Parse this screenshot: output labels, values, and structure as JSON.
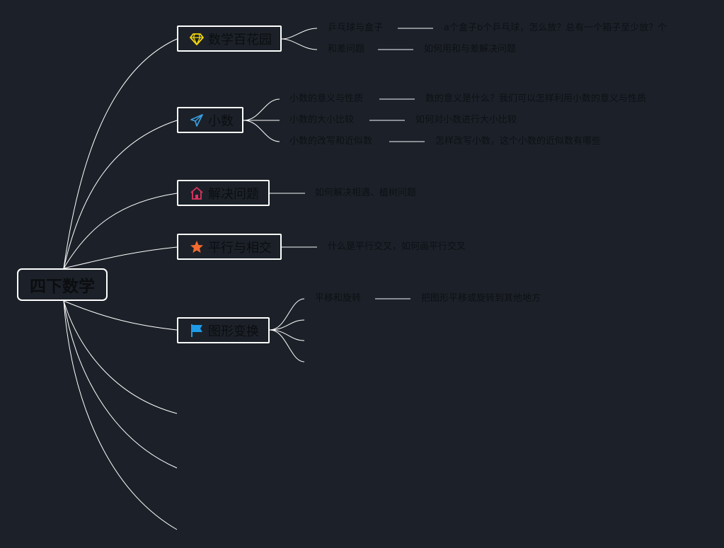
{
  "root": {
    "label": "四下数学"
  },
  "branches": [
    {
      "label": "数学百花园",
      "icon": "diamond-icon",
      "icon_color": "#f5d90a",
      "topics": [
        {
          "label": "乒乓球与盒子",
          "note": "a个盒子b个乒乓球，怎么放？总有一个箱子至少放？个"
        },
        {
          "label": "和差问题",
          "note": "如何用和与差解决问题"
        }
      ]
    },
    {
      "label": "小数",
      "icon": "paper-plane-icon",
      "icon_color": "#3a9fe0",
      "topics": [
        {
          "label": "小数的意义与性质",
          "note": "数的意义是什么？我们可以怎样利用小数的意义与性质"
        },
        {
          "label": "小数的大小比较",
          "note": "如何对小数进行大小比较"
        },
        {
          "label": "小数的改写和近似数",
          "note": "怎样改写小数，这个小数的近似数有哪些"
        }
      ]
    },
    {
      "label": "解决问题",
      "icon": "house-icon",
      "icon_color": "#e0335f",
      "note": "如何解决相遇、植树问题"
    },
    {
      "label": "平行与相交",
      "icon": "star-icon",
      "icon_color": "#f26a2e",
      "note": "什么是平行交叉，如何画平行交叉"
    },
    {
      "label": "图形变换",
      "icon": "flag-icon",
      "icon_color": "#1f9be8",
      "topics": [
        {
          "label": "平移和旋转",
          "note": "把图形平移或旋转到其他地方"
        }
      ]
    }
  ]
}
